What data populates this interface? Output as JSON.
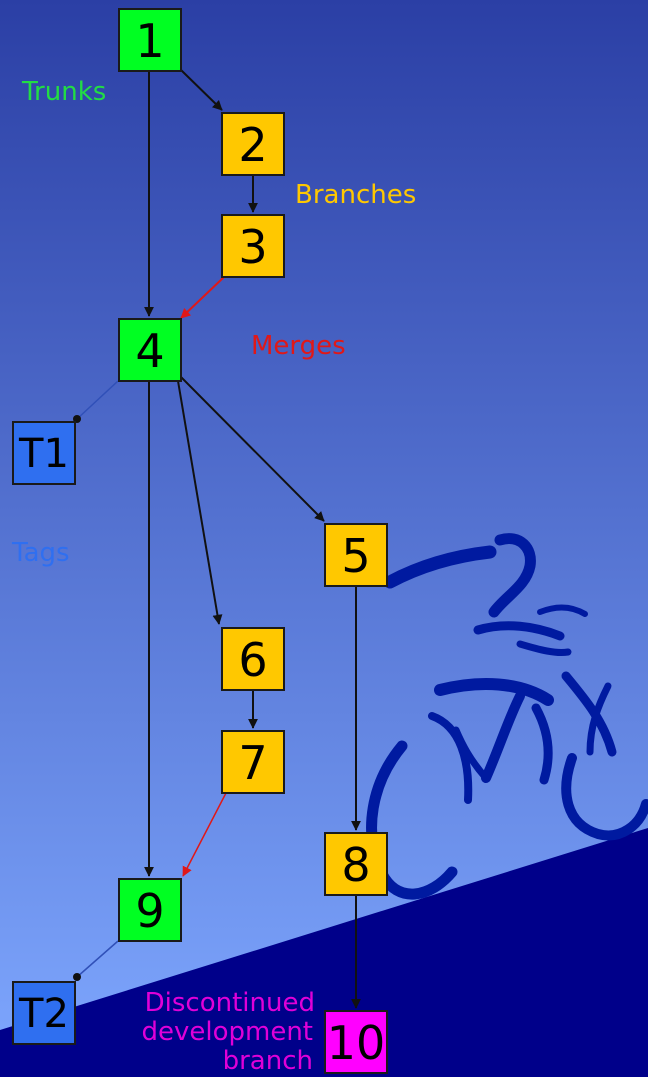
{
  "colors": {
    "background_top": "#2b3fa5",
    "background_bottom": "#7fa8ff",
    "ground": "#00008a",
    "trunk": "#00ff22",
    "branch": "#ffc800",
    "tag": "#2f6ff0",
    "discontinued": "#ff00ff",
    "merge_arrow": "#e01818",
    "arrow": "#111111",
    "tag_line": "#3050b8",
    "logo": "#001aa0"
  },
  "legend": {
    "trunks": "Trunks",
    "branches": "Branches",
    "merges": "Merges",
    "tags": "Tags"
  },
  "nodes": {
    "n1": "1",
    "n2": "2",
    "n3": "3",
    "n4": "4",
    "n5": "5",
    "n6": "6",
    "n7": "7",
    "n8": "8",
    "n9": "9",
    "n10": "10",
    "t1": "T1",
    "t2": "T2"
  },
  "discontinued_label": [
    "Discontinued",
    "development",
    "branch"
  ],
  "edges": [
    {
      "from": "1",
      "to": "2",
      "kind": "branch"
    },
    {
      "from": "2",
      "to": "3",
      "kind": "commit"
    },
    {
      "from": "1",
      "to": "4",
      "kind": "commit"
    },
    {
      "from": "3",
      "to": "4",
      "kind": "merge"
    },
    {
      "from": "4",
      "to": "T1",
      "kind": "tag"
    },
    {
      "from": "4",
      "to": "5",
      "kind": "branch"
    },
    {
      "from": "4",
      "to": "6",
      "kind": "branch"
    },
    {
      "from": "6",
      "to": "7",
      "kind": "commit"
    },
    {
      "from": "4",
      "to": "9",
      "kind": "commit"
    },
    {
      "from": "7",
      "to": "9",
      "kind": "merge"
    },
    {
      "from": "5",
      "to": "8",
      "kind": "commit"
    },
    {
      "from": "8",
      "to": "10",
      "kind": "commit"
    },
    {
      "from": "9",
      "to": "T2",
      "kind": "tag"
    }
  ],
  "logo_icon": "cyclist-icon"
}
